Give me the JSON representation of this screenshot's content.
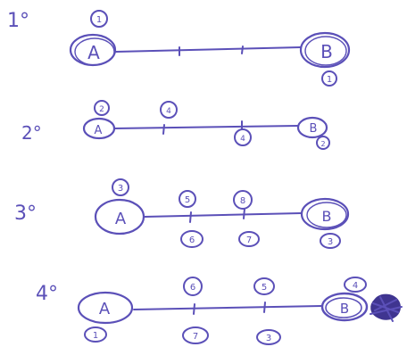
{
  "colors": {
    "ink": "#5b50b8",
    "paper": "#ffffff"
  },
  "rows": [
    {
      "id": "row-1",
      "ordinal": "1°",
      "start_node": "A",
      "end_node": "B",
      "start_badges": [
        "1"
      ],
      "end_badges": [
        "1"
      ],
      "mid_badges_top": [],
      "mid_badges_bottom": []
    },
    {
      "id": "row-2",
      "ordinal": "2°",
      "start_node": "A",
      "end_node": "B",
      "start_badges": [
        "2"
      ],
      "end_badges": [
        "2"
      ],
      "mid_badges_top": [
        "4"
      ],
      "mid_badges_bottom": [
        "4"
      ]
    },
    {
      "id": "row-3",
      "ordinal": "3°",
      "start_node": "A",
      "end_node": "B",
      "start_badges": [
        "3"
      ],
      "end_badges": [
        "3"
      ],
      "mid_badges_top": [
        "5",
        "8"
      ],
      "mid_badges_bottom": [
        "6",
        "7"
      ]
    },
    {
      "id": "row-4",
      "ordinal": "4°",
      "start_node": "A",
      "end_node": "B",
      "start_badges": [
        "1"
      ],
      "end_badges": [
        "4"
      ],
      "mid_badges_top": [
        "6",
        "5"
      ],
      "mid_badges_bottom": [
        "7",
        "3"
      ]
    }
  ]
}
